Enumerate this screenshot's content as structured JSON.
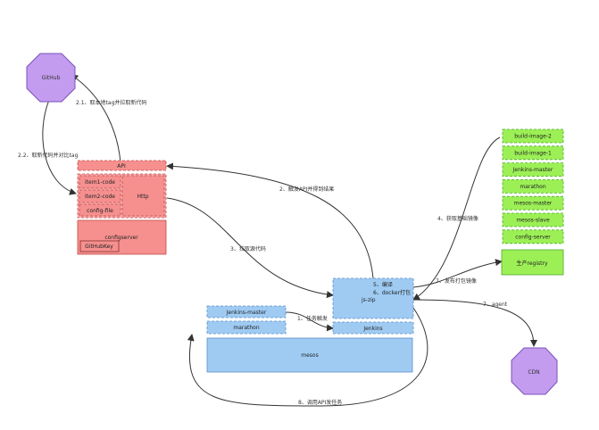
{
  "colors": {
    "octagon": "#c39bef",
    "red_fill": "#f5908f",
    "red_light": "#f7a9a8",
    "red_stroke": "#c44b4b",
    "blue_fill": "#9fcbf3",
    "blue_stroke": "#5b8fc9",
    "green_fill": "#9cf056",
    "green_stroke": "#4ea82b",
    "edge": "#333333"
  },
  "nodes": {
    "github": "GitHub",
    "cdn": "CDN",
    "api": "API",
    "item1_code": "item1-code",
    "item2_code": "item2-code",
    "config_file": "config-file",
    "http": "Http",
    "configserver": "configserver",
    "githubkey": "GitHubKey",
    "jenkins_master_left": "Jenkins-master",
    "marathon_left": "marathon",
    "mesos": "mesos",
    "build_box_line1": "5、编译",
    "build_box_line2": "6、docker打包",
    "build_box_line3": "js-zip",
    "jenkins_slave": "Jenkins",
    "green_stack": [
      "build-image-2",
      "build-image-1",
      "Jenkins-master",
      "marathon",
      "mesos-master",
      "mesos-slave",
      "config-server"
    ],
    "registry": "生产registry"
  },
  "edges": {
    "e21": "2.1、取本地tag并拉取新代码",
    "e22": "2.2、取新代码并对比tag",
    "e2": "2、触发API并得到结果",
    "e3": "3、拉取源代码",
    "e1": "1、任务触发",
    "e4": "4、获取基础镜像",
    "e7a": "7、发布打包镜像",
    "e7b": "7、agent",
    "e8": "8、调用API发任务"
  }
}
